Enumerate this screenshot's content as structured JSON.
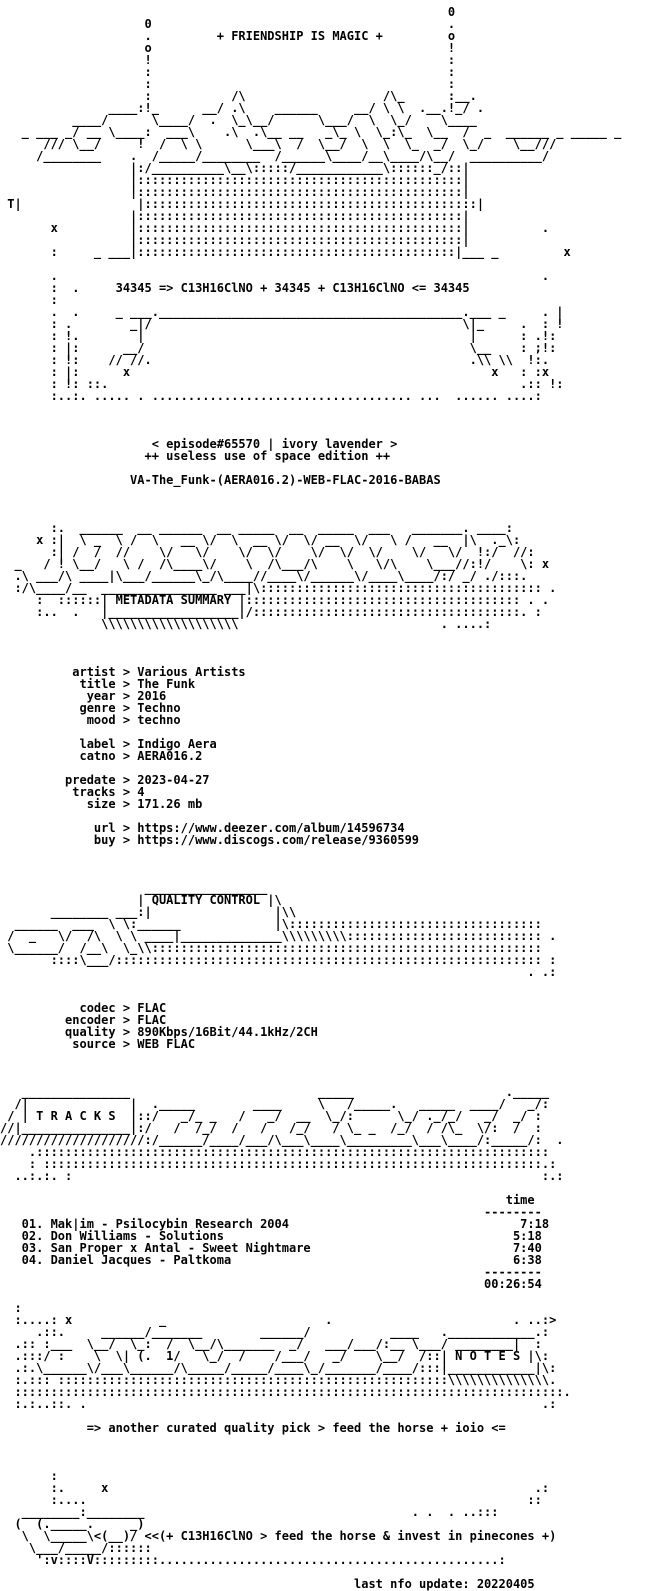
{
  "document": {
    "lines": [
      "                                                              0",
      "                    0                                         .",
      "                    .         + FRIENDSHIP IS MAGIC +         o",
      "                    o                                         !",
      "                    !                                         :",
      "                    :                                         :",
      "                    :                                         :",
      "                    :           /\\                   /\\_      :__.",
      "               ____:!_      __/ .\\    ______     __/ \\ \\  .__.!_/ .",
      "          ____/      \\____/  .  \\_\\__/      \\___/  \\  \\_/    \\____",
      "   _ ___ _/ __ \\____:  ___\\    .\\  .\\__ __   _\\_ \\  \\_:\\_  \\__  /  _  ______ _ _____ _",
      "      /// \\__/     !  /  \\ \\      \\___\\  /  \\__/  \\  \\  \\_  _/  \\_/    \\__/// ",
      "     /________    .  /_____/________  /______\\____/__\\____/\\__/  __________/",
      "                  |:/__________\\__\\:::::/____________\\::::::_/::|",
      "                  |:::::::::::::::::::::::::::::::::::::::::::::|",
      "                  |:::::::::::::::::::::::::::::::::::::::::::::|",
      " T|                |::::::::::::::::::::::::::::::::::::::::::::::|",
      "                  |:::::::::::::::::::::::::::::::::::::::::::::|",
      "       x          |:::::::::::::::::::::::::::::::::::::::::::::|          .",
      "                  |:::::::::::::::::::::::::::::::::::::::::::::|",
      "       :     _ ___|::::::::::::::::::::::::::::::::::::::::::::|___ _         x",
      "",
      "       .                                                                   .",
      "       :  .     34345 => C13H16ClNO + 34345 + C13H16ClNO <= 34345",
      "       :",
      "       .  .     _ ___.__________________________________________.___ _     . |",
      "       : .        _|/                                           \\|_     .  : !",
      "       : !.        |                                             |      : .!:",
      "       : |:      __/                                             \\__    : ;!:",
      "       : !:    // //.                                            .\\\\ \\\\  !:.",
      "       : |:      x                                                  x   : :x",
      "       : !: ::.                                                         .:: !:",
      "       :..:. ..... . .................................... ...  ...... ....:",
      "",
      "",
      "",
      "                     < episode#65570 | ivory lavender >",
      "                    ++ useless use of space edition ++",
      "",
      "                  VA-The_Funk-(AERA016.2)-WEB-FLAC-2016-BABAS",
      "",
      "",
      "",
      "       :.  ______  __ ______  __ _____  __  _____  ___   _______. ____:",
      "     x :|  \\ _  \\ /  \\   __ \\/  \\  __ \\/  \\/ __  \\/   \\ /   __  |\\  ._\\:",
      "       :| /  /  //    \\/   \\/    \\/  \\/    \\/  \\/  \\/    \\/   \\/  !:/  //:",
      "  _   / ! \\__/   \\ /  /\\____\\/    \\  /\\___/\\    \\   \\/\\    \\___//:!/    \\: x",
      "  .\\ ___/\\ ____|\\___/______\\_/\\____//____\\/______\\/____\\____/:/ _/ ./:::.",
      "  :/\\____/__  ________________ ___|\\::::::::::::::::::::::::::::::::::::::: .",
      "     :  ::::::| METADATA SUMMARY |:::::::::::::::::::::::::::::::::::::: . .",
      "     :..  .   |__________________|/:::::::::::::::::::::::::::::::::::::. :",
      "              \\\\\\\\\\\\\\\\\\\\\\\\\\\\\\\\\\\\\\                            . ....:",
      "",
      "",
      "",
      "          artist > Various Artists",
      "           title > The Funk",
      "            year > 2016",
      "           genre > Techno",
      "            mood > techno",
      "",
      "           label > Indigo Aera",
      "           catno > AERA016.2",
      "",
      "         predate > 2023-04-27",
      "          tracks > 4",
      "            size > 171.26 mb",
      "",
      "             url > https://www.deezer.com/album/14596734",
      "             buy > https://www.discogs.com/release/9360599",
      "",
      "",
      "",
      "                    _________________",
      "                   | QUALITY CONTROL |\\",
      "       ________ ___:|                 |\\\\",
      "  ______  ___  \\ \\:______             |\\:::::::::::::::::::::::::::::::::::",
      " /  _   \\/  /\\  \\ \\ ____|______________\\\\\\\\\\\\\\\\\\::::::::::::::::::::::::::: .",
      " \\______/  /__\\  \\_\\\\::::::::::::::::::::::::::::::::::::::::::::::::::::::",
      "       ::::\\___/::::::::::::::::::::::::::::::::::::::::::::::::::::::::::: :",
      "                                                                         . .:",
      "",
      "",
      "           codec > FLAC",
      "         encoder > FLAC",
      "         quality > 890Kbps/16Bit/44.1kHz/2CH",
      "          source > WEB FLAC",
      "",
      "",
      "",
      "   _______________                          _____                     ._____",
      "  /|              |  ._____        ____     \\   /_____.   _____  ____/   _/:",
      " / | T R A C K S  |::/   _/_ _   /   _/  __  \\_/:      \\_/ ._/_/   _/  _/ :",
      "//|_______________|:/   /  /_/  /   /   /_/   / \\_ _  /_/  / /\\_  \\/:  /  :",
      "////////////////////:/______/____/___/\\___\\____\\_________\\___\\____/:_____/:  .",
      "    .:::::::::::::::::::::::::::::::::::::::::::::::::::::::::::::::::::::::",
      "    : :::::::::::::::::::::::::::::::::::::::::::::::::::::::::::::::::::::.:",
      "  ..:.:. :                                                                 :.:",
      "",
      "                                                                      time",
      "                                                                   --------",
      "   01. Mak|im - Psilocybin Research 2004                                7:18",
      "   02. Don Williams - Solutions                                        5:18",
      "   03. San Proper x Antal - Sweet Nightmare                            7:40",
      "   04. Daniel Jacques - Paltkoma                                       6:38",
      "                                                                   --------",
      "                                                                   00:26:54",
      "",
      "  :",
      "  :....: x            _                      .                         . ..:>",
      "     .::.     ______/_______        ______/           ____   .____________.:",
      "  .:: :___  \\__/  \\_:  /  \\__/\\_______  _/   ___/___/:__ \\___/ ________|  :",
      "  .:::/ :    \\  \\| (.  1/   \\_/  /    /___/   _/    \\__/  /::| N O T E S |\\:",
      "  .:.\\______\\/___\\______/\\_____/_____/____\\_/_______/____/:::|____________|\\:",
      "  :.::: ::::::::::::::::::::::::::::::::::::::::::::::::::::::\\\\\\\\\\\\\\\\\\\\\\\\\\\\.",
      "  ::::::::::::::::::::::::::::::::::::::::::::::::::::::::::::::::::::::::::::.",
      "  :.:..::. .                                                               .:",
      "",
      "            => another curated quality pick > feed the horse + ioio <=",
      "",
      "",
      "",
      "       :",
      "       :.     x                                                           .:",
      "       :....                                                             ::",
      "   ________:________                                     . .  . ..:::",
      "  (  (._____.     _)                                                 ",
      "   \\  \\_____\\<(__)/ <<(+ C13H16ClNO > feed the horse & invest in pinecones +)",
      "    \\___/_____/::::::",
      "     ':v::::V:::::::::...............................................:",
      "",
      "                                                 last nfo update: 20220405"
    ]
  }
}
